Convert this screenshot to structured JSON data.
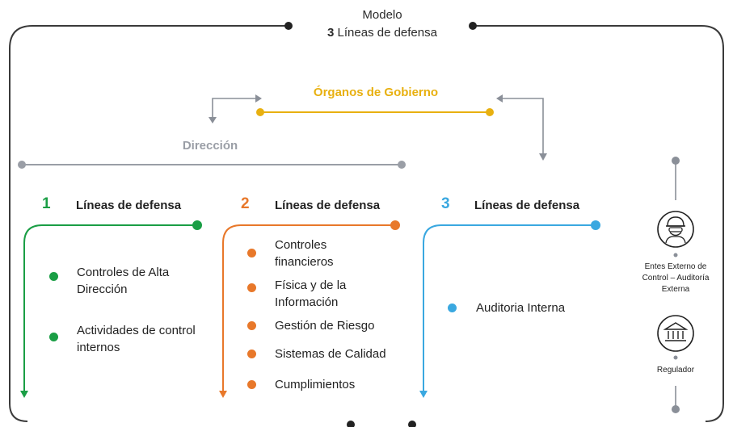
{
  "header": {
    "title_line1": "Modelo",
    "title_number": "3",
    "title_rest": " Líneas de defensa"
  },
  "governance": {
    "label": "Órganos de Gobierno",
    "color": "#e8b010"
  },
  "direction": {
    "label": "Dirección",
    "color": "#9a9ea6"
  },
  "columns": [
    {
      "number": "1",
      "title": "Líneas de defensa",
      "color": "#1a9e45",
      "items": [
        "Controles de Alta Dirección",
        "Actividades de control internos"
      ]
    },
    {
      "number": "2",
      "title": "Líneas de defensa",
      "color": "#e8782a",
      "items": [
        "Controles financieros",
        "Física y de la Información",
        "Gestión de Riesgo",
        "Sistemas de Calidad",
        "Cumplimientos"
      ]
    },
    {
      "number": "3",
      "title": "Líneas de defensa",
      "color": "#3aa8e0",
      "items": [
        "Auditoria Interna"
      ]
    }
  ],
  "side": {
    "external": "Entes Externo de Control – Auditoría Externa",
    "regulator": "Regulador",
    "icons": [
      "inspector-icon",
      "regulator-building-icon"
    ]
  }
}
